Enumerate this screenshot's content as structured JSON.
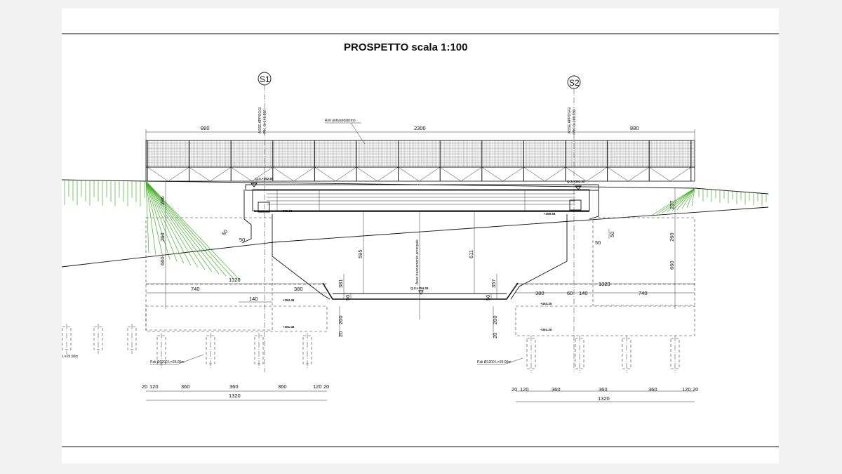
{
  "title": "PROSPETTO  scala 1:100",
  "axes": {
    "s1": {
      "id": "S1",
      "label1": "ASSE APPOGGI",
      "label2": "P.K. 0+146.556"
    },
    "s2": {
      "id": "S2",
      "label1": "ASSE APPOGGI",
      "label2": "P.K. 0+169.556"
    }
  },
  "top_dims": {
    "left": "880",
    "center": "2300",
    "right": "880"
  },
  "reti_label": "Reti antivandalismo",
  "elevations": {
    "deck_left": "Q.S.+362.80",
    "deck_right": "Q.S.+362.30",
    "soffit_left": "+360.08",
    "soffit_right": "+359.58",
    "channel": "Q.S.+354.34",
    "found_left_top": "+353.48",
    "found_left_bot": "+351.48",
    "found_right_top": "+353.25",
    "found_right_bot": "+351.25"
  },
  "axis_label": "Asse tracciamento principale",
  "vertical_dims": {
    "left_286": "286",
    "left_260": "260",
    "left_660": "660",
    "right_237": "237",
    "right_260": "260",
    "right_660": "660",
    "c595": "595",
    "c611": "611",
    "c381": "381",
    "c357": "357",
    "c50a": "50",
    "c50b": "50",
    "c50c": "50",
    "c50d": "50",
    "c200a": "200",
    "c200b": "200",
    "c20a": "20",
    "c20b": "20",
    "c20c": "20",
    "c20d": "20"
  },
  "horizontal_dims": {
    "l1320": "1320",
    "l740": "740",
    "l380": "380",
    "l140": "140",
    "r1320": "1320",
    "r380": "380",
    "r60": "60",
    "r140": "140",
    "r740": "740"
  },
  "pile_dims_left": {
    "a": "20",
    "b": "120",
    "c": "360",
    "d": "360",
    "e": "360",
    "f": "120",
    "g": "20",
    "total": "1320"
  },
  "pile_dims_right": {
    "a": "20",
    "b": "120",
    "c": "360",
    "d": "360",
    "e": "360",
    "f": "120",
    "g": "20",
    "total": "1320"
  },
  "pali_left": "Pali Ø1200 L=25.00m",
  "pali_right": "Pali Ø1200 L=25.00m",
  "pali_far_left": "L=25.00m",
  "colors": {
    "line": "#111111",
    "green": "#44b02a",
    "sheet": "#ffffff",
    "background": "#f2f2f2"
  }
}
